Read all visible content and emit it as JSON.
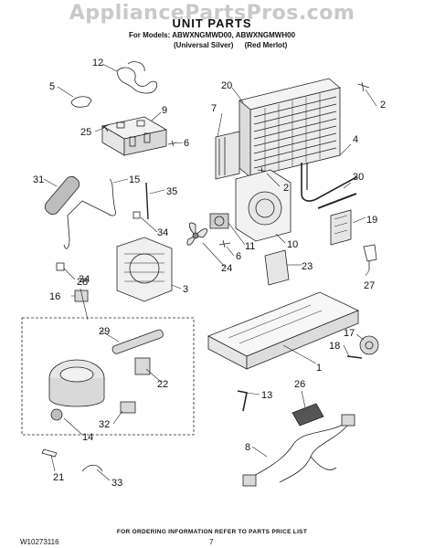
{
  "header": {
    "watermark": "AppliancePartsPros.com",
    "title": "UNIT PARTS",
    "models_line": "For Models: ABWXNGMWD00, ABWXNGMWH00",
    "variant_1": "(Universal Silver)",
    "variant_2": "(Red Merlot)"
  },
  "footer": {
    "note": "FOR ORDERING INFORMATION REFER TO PARTS PRICE LIST",
    "doc_id": "W10273116",
    "page": "7"
  },
  "callouts": {
    "c1": "1",
    "c2a": "2",
    "c2b": "2",
    "c3": "3",
    "c4": "4",
    "c5": "5",
    "c6a": "6",
    "c6b": "6",
    "c7": "7",
    "c8": "8",
    "c9": "9",
    "c10": "10",
    "c11": "11",
    "c12": "12",
    "c13": "13",
    "c14": "14",
    "c15": "15",
    "c16": "16",
    "c17": "17",
    "c18": "18",
    "c19": "19",
    "c20": "20",
    "c21": "21",
    "c22": "22",
    "c23": "23",
    "c24": "24",
    "c25": "25",
    "c26": "26",
    "c27": "27",
    "c28": "28",
    "c29": "29",
    "c30": "30",
    "c31": "31",
    "c32": "32",
    "c33": "33",
    "c34a": "34",
    "c34b": "34",
    "c35": "35"
  },
  "colors": {
    "line": "#222222",
    "fill_light": "#e6e6e6",
    "fill_mid": "#bdbdbd",
    "watermark": "#c9c9c9"
  }
}
